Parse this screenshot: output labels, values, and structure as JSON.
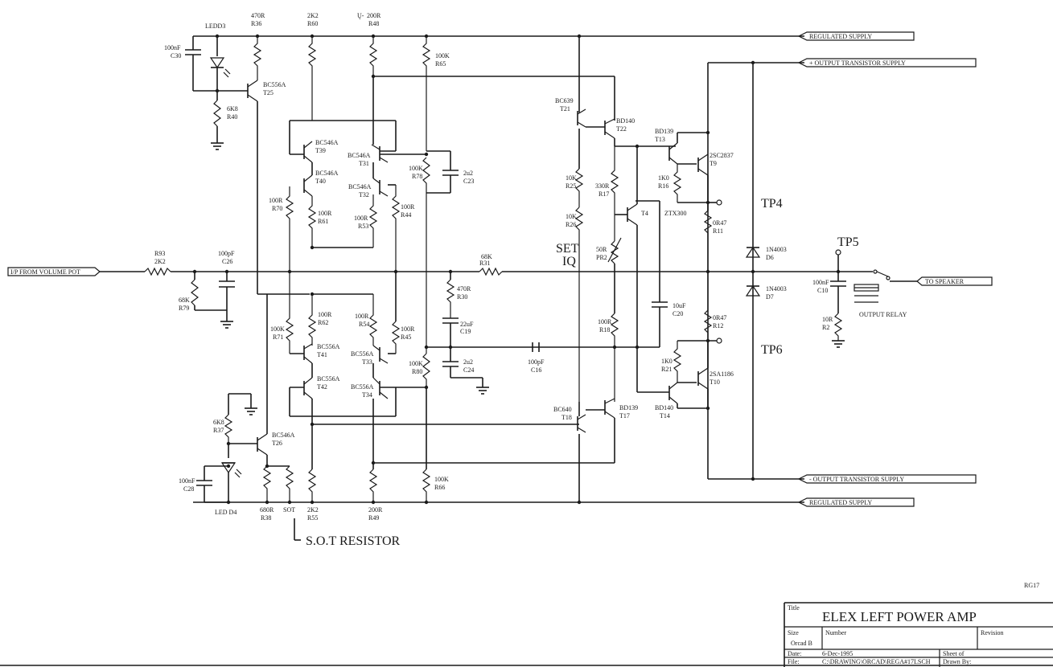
{
  "components": {
    "led_top": "LEDD3",
    "r36": [
      "470R",
      "R36"
    ],
    "r60": [
      "2K2",
      "R60"
    ],
    "r48": [
      "200R",
      "R48"
    ],
    "r48_prefix": "Ų-",
    "c30": [
      "100nF",
      "C30"
    ],
    "r65": [
      "100K",
      "R65"
    ],
    "t25": [
      "BC556A",
      "T25"
    ],
    "r40": [
      "6K8",
      "R40"
    ],
    "t39": [
      "BC546A",
      "T39"
    ],
    "t40": [
      "BC546A",
      "T40"
    ],
    "t31": [
      "BC546A",
      "T31"
    ],
    "t32": [
      "BC546A",
      "T32"
    ],
    "r78": [
      "100K",
      "R78"
    ],
    "c23": [
      "2u2",
      "C23"
    ],
    "r70": [
      "100R",
      "R70"
    ],
    "r61": [
      "100R",
      "R61"
    ],
    "r53": [
      "100R",
      "R53"
    ],
    "r44": [
      "100R",
      "R44"
    ],
    "r93": [
      "R93",
      "2K2"
    ],
    "c26": [
      "100pF",
      "C26"
    ],
    "r79": [
      "68K",
      "R79"
    ],
    "r31": [
      "68K",
      "R31"
    ],
    "r30": [
      "470R",
      "R30"
    ],
    "c19": [
      "22uF",
      "C19"
    ],
    "r62": [
      "100R",
      "R62"
    ],
    "r54": [
      "100R",
      "R54"
    ],
    "r71": [
      "100K",
      "R71"
    ],
    "r45": [
      "100R",
      "R45"
    ],
    "t41": [
      "BC556A",
      "T41"
    ],
    "t33": [
      "BC556A",
      "T33"
    ],
    "r80": [
      "100K",
      "R80"
    ],
    "c24": [
      "2u2",
      "C24"
    ],
    "c16": [
      "100pF",
      "C16"
    ],
    "t42": [
      "BC556A",
      "T42"
    ],
    "t34": [
      "BC556A",
      "T34"
    ],
    "r37": [
      "6K8",
      "R37"
    ],
    "t26": [
      "BC546A",
      "T26"
    ],
    "c28": [
      "100nF",
      "C28"
    ],
    "led_bottom": "LED D4",
    "r38": [
      "680R",
      "R38"
    ],
    "sot": "SOT",
    "r55": [
      "2K2",
      "R55"
    ],
    "r49": [
      "200R",
      "R49"
    ],
    "r66": [
      "100K",
      "R66"
    ],
    "t21": [
      "BC639",
      "T21"
    ],
    "t22": [
      "BD140",
      "T22"
    ],
    "r25": [
      "10K",
      "R25"
    ],
    "r17": [
      "330R",
      "R17"
    ],
    "r26": [
      "10K",
      "R26"
    ],
    "t4": "T4",
    "pr2": [
      "50R",
      "PR2"
    ],
    "set_iq": [
      "SET",
      "IQ"
    ],
    "r18": [
      "100R",
      "R18"
    ],
    "c20": [
      "10uF",
      "C20"
    ],
    "t18": [
      "BC640",
      "T18"
    ],
    "t17": [
      "BD139",
      "T17"
    ],
    "t13": [
      "BD139",
      "T13"
    ],
    "t9": [
      "2SC2837",
      "T9"
    ],
    "r16": [
      "1K0",
      "R16"
    ],
    "ztx": "ZTX300",
    "r11": [
      "0R47",
      "R11"
    ],
    "r12": [
      "0R47",
      "R12"
    ],
    "r21": [
      "1K0",
      "R21"
    ],
    "t10": [
      "2SA1186",
      "T10"
    ],
    "t14": [
      "BD140",
      "T14"
    ],
    "d6": [
      "1N4003",
      "D6"
    ],
    "d7": [
      "1N4003",
      "D7"
    ],
    "c10": [
      "100nF",
      "C10"
    ],
    "r2": [
      "10R",
      "R2"
    ]
  },
  "labels": {
    "regulated_supply": "REGULATED SUPPLY",
    "pos_output_supply": "+ OUTPUT TRANSISTOR SUPPLY",
    "neg_output_supply": "- OUTPUT TRANSISTOR SUPPLY",
    "input": "I/P FROM VOLUME POT",
    "to_speaker": "TO SPEAKER",
    "output_relay": "OUTPUT RELAY",
    "tp4": "TP4",
    "tp5": "TP5",
    "tp6": "TP6",
    "sot_resistor": "S.O.T RESISTOR",
    "sheet_code": "RG17"
  },
  "title_block": {
    "title_label": "Title",
    "title": "ELEX LEFT POWER AMP",
    "size_label": "Size",
    "size": "Orcad B",
    "number_label": "Number",
    "revision_label": "Revision",
    "date_label": "Date:",
    "date": "6-Dec-1995",
    "sheet_label": "Sheet   of",
    "file_label": "File:",
    "file": "C:\\DRAWING\\ORCAD\\REGA#17LSCH",
    "drawn_label": "Drawn By:"
  }
}
